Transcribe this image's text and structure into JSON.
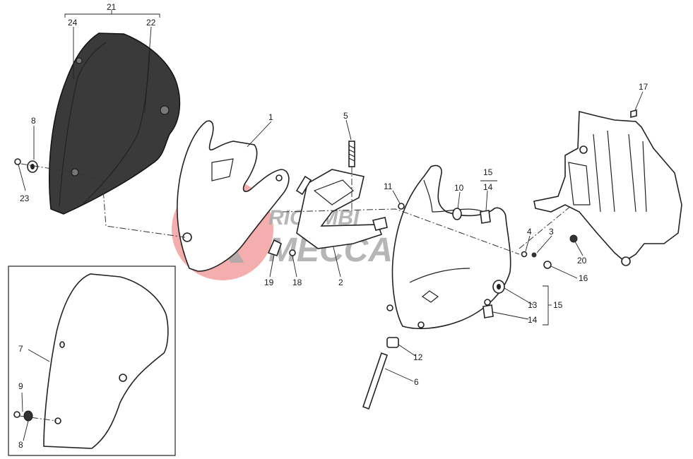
{
  "diagram": {
    "labels": {
      "l1": "1",
      "l2": "2",
      "l3": "3",
      "l4": "4",
      "l5": "5",
      "l6": "6",
      "l7": "7",
      "l8a": "8",
      "l8b": "8",
      "l9": "9",
      "l10": "10",
      "l11": "11",
      "l12": "12",
      "l13": "13",
      "l14a": "14",
      "l14b": "14",
      "l15a": "15",
      "l15b": "15",
      "l16": "16",
      "l17": "17",
      "l18": "18",
      "l19": "19",
      "l20": "20",
      "l21": "21",
      "l22": "22",
      "l23": "23",
      "l24": "24"
    },
    "watermark": {
      "line1": "RICAMBI",
      "line2": "MECCANICA",
      "letter": "K"
    },
    "colors": {
      "ink": "#222222",
      "windscreen_fill": "#3a3a3a",
      "watermark_red": "#f08080",
      "watermark_grey": "#9a9a9a"
    }
  }
}
